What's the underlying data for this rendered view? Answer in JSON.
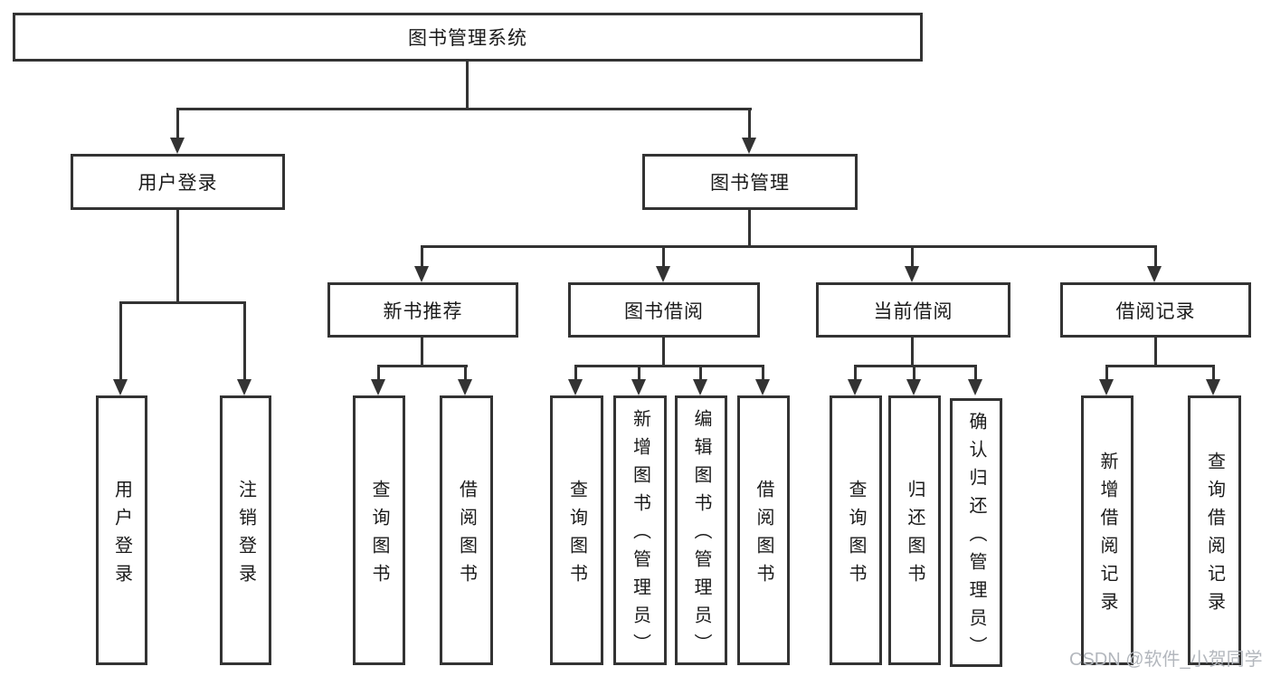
{
  "diagram": {
    "root": {
      "label": "图书管理系统"
    },
    "level2": {
      "user_login": {
        "label": "用户登录"
      },
      "book_management": {
        "label": "图书管理"
      }
    },
    "user_login_children": {
      "login": {
        "label": "用户登录"
      },
      "logout": {
        "label": "注销登录"
      }
    },
    "book_management_children": {
      "new_book_recommend": {
        "label": "新书推荐"
      },
      "book_borrow": {
        "label": "图书借阅"
      },
      "current_borrow": {
        "label": "当前借阅"
      },
      "borrow_records": {
        "label": "借阅记录"
      }
    },
    "new_book_recommend_children": {
      "query_books": {
        "label": "查询图书"
      },
      "borrow_books": {
        "label": "借阅图书"
      }
    },
    "book_borrow_children": {
      "query_books": {
        "label": "查询图书"
      },
      "add_books": {
        "label": "新增图书（管理员）"
      },
      "edit_books": {
        "label": "编辑图书（管理员）"
      },
      "borrow_books": {
        "label": "借阅图书"
      }
    },
    "current_borrow_children": {
      "query_books": {
        "label": "查询图书"
      },
      "return_books": {
        "label": "归还图书"
      },
      "confirm_return": {
        "label": "确认归还（管理员）"
      }
    },
    "borrow_records_children": {
      "add_record": {
        "label": "新增借阅记录"
      },
      "query_record": {
        "label": "查询借阅记录"
      }
    },
    "watermark": "CSDN @软件_小贺同学",
    "colors": {
      "line": "#333333",
      "box_border": "#333333",
      "text": "#1a1a1a",
      "watermark": "#b3b7bd",
      "background": "#ffffff"
    }
  }
}
